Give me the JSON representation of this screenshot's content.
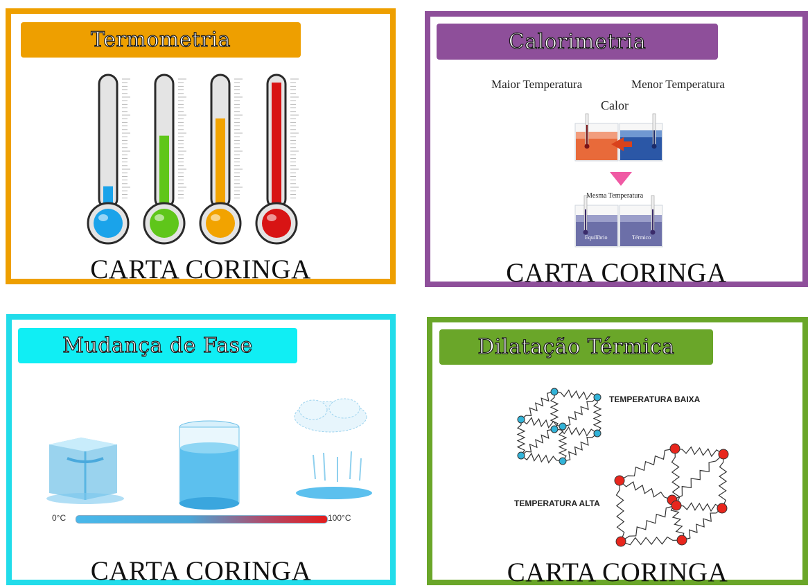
{
  "cards": [
    {
      "title": "Termometria",
      "footer": "CARTA CORINGA",
      "border_color": "#ee9f00",
      "title_bg": "#ee9f00",
      "thermometer_fill_levels": [
        0.12,
        0.53,
        0.67,
        0.96
      ],
      "thermometer_colors": [
        "#1aa3ea",
        "#5fc61a",
        "#f2a300",
        "#d81414"
      ]
    },
    {
      "title": "Calorimetria",
      "footer": "CARTA CORINGA",
      "border_color": "#8e4f9a",
      "title_bg": "#8e4f9a",
      "label_hot": "Maior Temperatura",
      "label_cold": "Menor Temperatura",
      "label_heat": "Calor",
      "label_same": "Mesma Temperatura",
      "label_equilibrium": "Equilíbrio",
      "label_thermal": "Térmico"
    },
    {
      "title": "Mudança de Fase",
      "footer": "CARTA CORINGA",
      "border_color": "#22dcea",
      "title_bg": "#10eef4",
      "scale_min": "0°C",
      "scale_max": "100°C"
    },
    {
      "title": "Dilatação Térmica",
      "footer": "CARTA CORINGA",
      "border_color": "#6aa629",
      "title_bg": "#6aa629",
      "label_low": "TEMPERATURA BAIXA",
      "label_high": "TEMPERATURA ALTA"
    }
  ]
}
